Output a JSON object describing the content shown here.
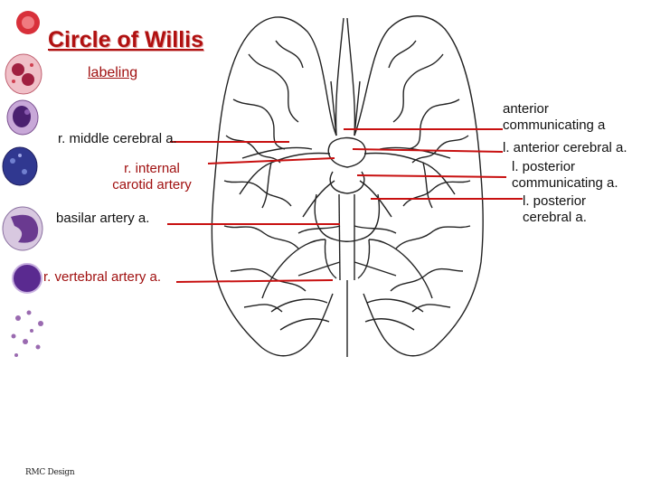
{
  "slide": {
    "title": "Circle of Willis",
    "subtitle": "labeling",
    "footer": "RMC Design"
  },
  "labels": {
    "r_middle_cerebral": "r. middle cerebral a.",
    "r_internal_carotid_line1": "r. internal",
    "r_internal_carotid_line2": "carotid artery",
    "basilar": "basilar artery a.",
    "r_vertebral": "r. vertebral artery a.",
    "anterior_communicating_line1": "anterior",
    "anterior_communicating_line2": "communicating a",
    "l_anterior_cerebral": "l. anterior cerebral a.",
    "l_posterior_communicating_line1": "l. posterior",
    "l_posterior_communicating_line2": "communicating a.",
    "l_posterior_cerebral_line1": "l. posterior",
    "l_posterior_cerebral_line2": "cerebral a."
  },
  "colors": {
    "leader_line": "#c81010",
    "title": "#b01010",
    "brain_outline": "#222222"
  },
  "sidebar_icons": [
    "red-blood-cell-icon",
    "eosinophil-cell-icon",
    "basophil-cell-icon",
    "neutrophil-cell-icon",
    "monocyte-cell-icon",
    "lymphocyte-cell-icon",
    "platelets-icon"
  ]
}
